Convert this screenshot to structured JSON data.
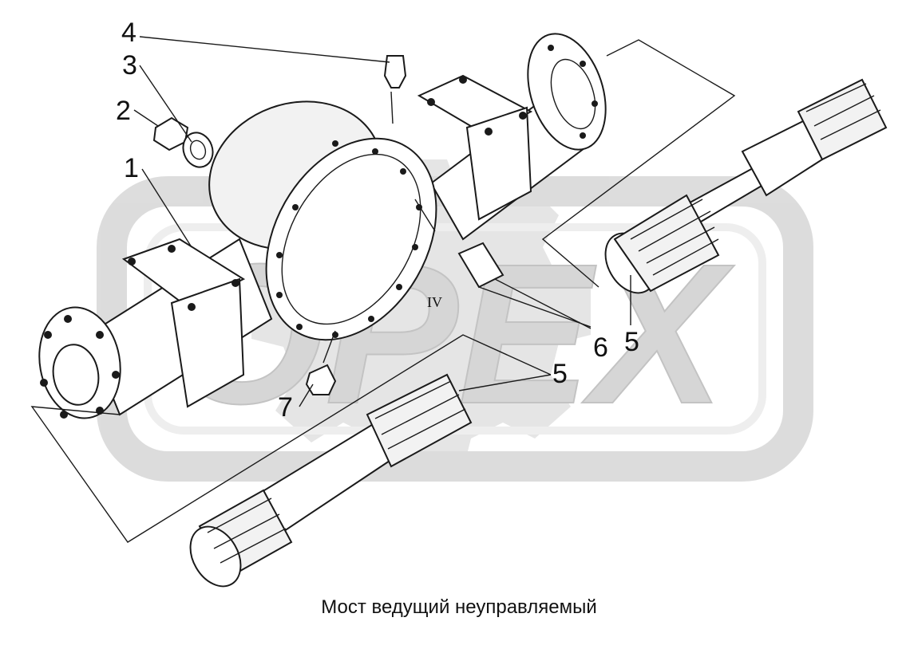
{
  "caption": "Мост ведущий неуправляемый",
  "watermark_text": "OPEX",
  "callouts": [
    {
      "id": "1",
      "label": "1"
    },
    {
      "id": "2",
      "label": "2"
    },
    {
      "id": "3",
      "label": "3"
    },
    {
      "id": "4",
      "label": "4"
    },
    {
      "id": "5a",
      "label": "5"
    },
    {
      "id": "5b",
      "label": "5"
    },
    {
      "id": "6",
      "label": "6"
    },
    {
      "id": "7",
      "label": "7"
    }
  ],
  "section_mark": "IV",
  "colors": {
    "watermark": "#d6d6d6",
    "line": "#1a1a1a",
    "background": "#ffffff"
  }
}
